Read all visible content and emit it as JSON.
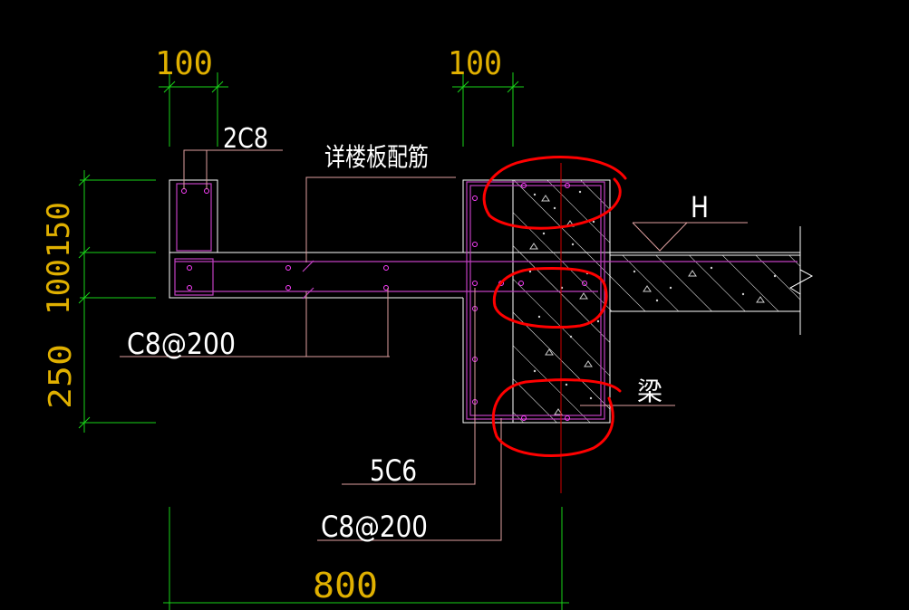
{
  "dimensions": {
    "top_left_width": "100",
    "top_right_width": "100",
    "left_height_top": "150",
    "left_height_mid": "100",
    "left_height_bottom": "250",
    "bottom_total_width": "800"
  },
  "labels": {
    "top_bars": "2C8",
    "slab_ref": "详楼板配筋",
    "left_stirrup": "C8@200",
    "level_marker": "H",
    "beam": "梁",
    "beam_bars": "5C6",
    "beam_stirrup": "C8@200"
  },
  "colors": {
    "background": "#000000",
    "dimension_text": "#e0b000",
    "dimension_line": "#19d419",
    "outline": "#ffffff",
    "rebar": "#c040c0",
    "leader": "#e0a0a0",
    "highlight": "#ff0000",
    "centerline": "#d00000"
  }
}
